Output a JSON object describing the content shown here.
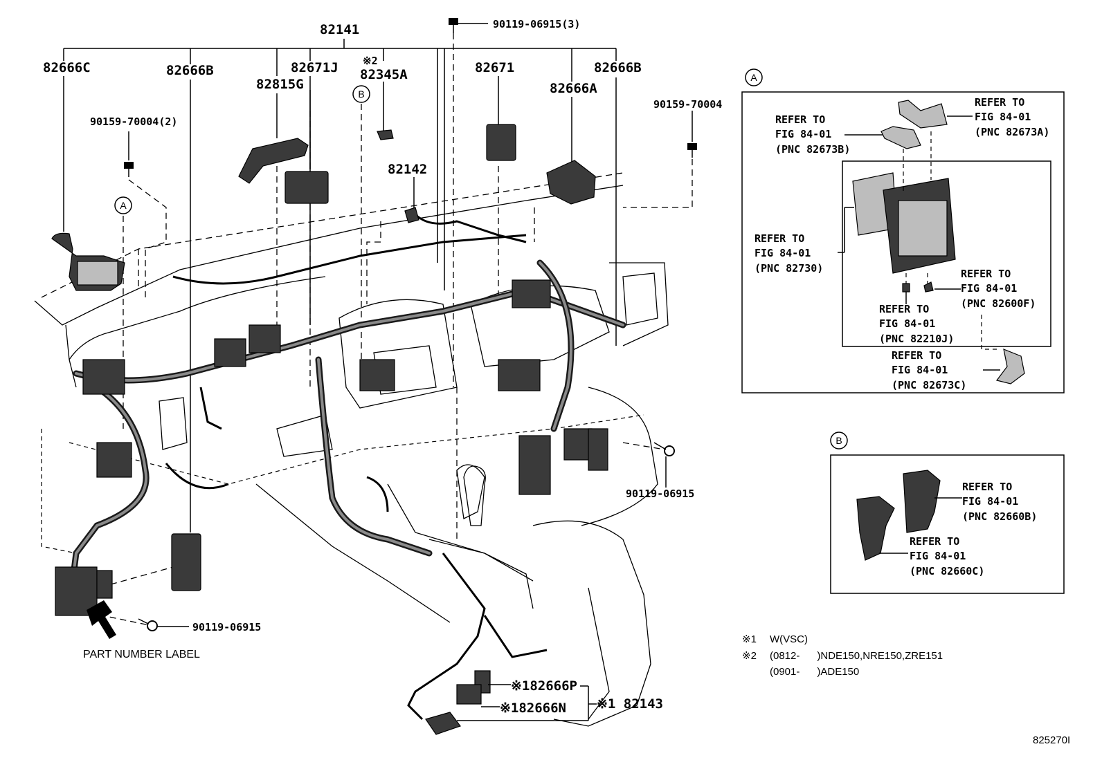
{
  "main_labels": {
    "p82141": "82141",
    "p90119_top": "90119-06915(3)",
    "p82666C": "82666C",
    "p82666B_left": "82666B",
    "p82671J": "82671J",
    "p82815G": "82815G",
    "note2_mark": "※2",
    "p82345A": "82345A",
    "p82671": "82671",
    "p82666B_right": "82666B",
    "p82666A": "82666A",
    "p90159_left": "90159-70004(2)",
    "p90159_right": "90159-70004",
    "p82142": "82142",
    "p90119_right": "90119-06915",
    "p90119_bottom": "90119-06915",
    "part_number_label": "PART NUMBER LABEL",
    "p82666P": "※182666P",
    "p82666N": "※182666N",
    "p82143": "※1 82143",
    "callout_A": "A",
    "callout_B": "B"
  },
  "inset_A": {
    "marker": "A",
    "refs": [
      {
        "line1": "REFER TO",
        "line2": "FIG 84-01",
        "line3": "(PNC 82673A)"
      },
      {
        "line1": "REFER TO",
        "line2": "FIG 84-01",
        "line3": "(PNC 82673B)"
      },
      {
        "line1": "REFER TO",
        "line2": "FIG 84-01",
        "line3": "(PNC 82730)"
      },
      {
        "line1": "REFER TO",
        "line2": "FIG 84-01",
        "line3": "(PNC 82600F)"
      },
      {
        "line1": "REFER TO",
        "line2": "FIG 84-01",
        "line3": "(PNC 82210J)"
      },
      {
        "line1": "REFER TO",
        "line2": "FIG 84-01",
        "line3": "(PNC 82673C)"
      }
    ]
  },
  "inset_B": {
    "marker": "B",
    "refs": [
      {
        "line1": "REFER TO",
        "line2": "FIG 84-01",
        "line3": "(PNC 82660B)"
      },
      {
        "line1": "REFER TO",
        "line2": "FIG 84-01",
        "line3": "(PNC 82660C)"
      }
    ]
  },
  "notes": [
    {
      "mark": "※1",
      "text": "W(VSC)"
    },
    {
      "mark": "※2",
      "text": "(0812-      )NDE150,NRE150,ZRE151"
    },
    {
      "mark": "",
      "text": "(0901-      )ADE150"
    }
  ],
  "figure_id": "825270I"
}
